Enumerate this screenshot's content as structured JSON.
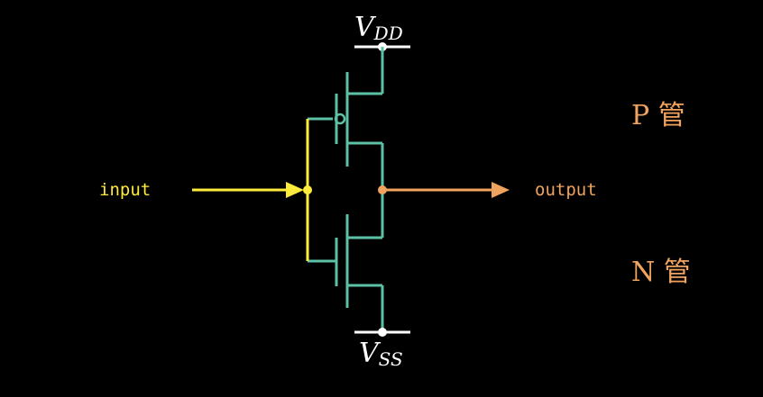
{
  "rails": {
    "vdd": {
      "main": "V",
      "sub": "DD"
    },
    "vss": {
      "main": "V",
      "sub": "SS"
    }
  },
  "signals": {
    "input": "input",
    "output": "output"
  },
  "transistor_labels": {
    "p": "P 管",
    "n": "N 管"
  },
  "colors": {
    "background": "#000000",
    "wire": "#5BC2A6",
    "input": "#FFEB3B",
    "output": "#F0A35E",
    "rail": "#FFFFFF"
  }
}
